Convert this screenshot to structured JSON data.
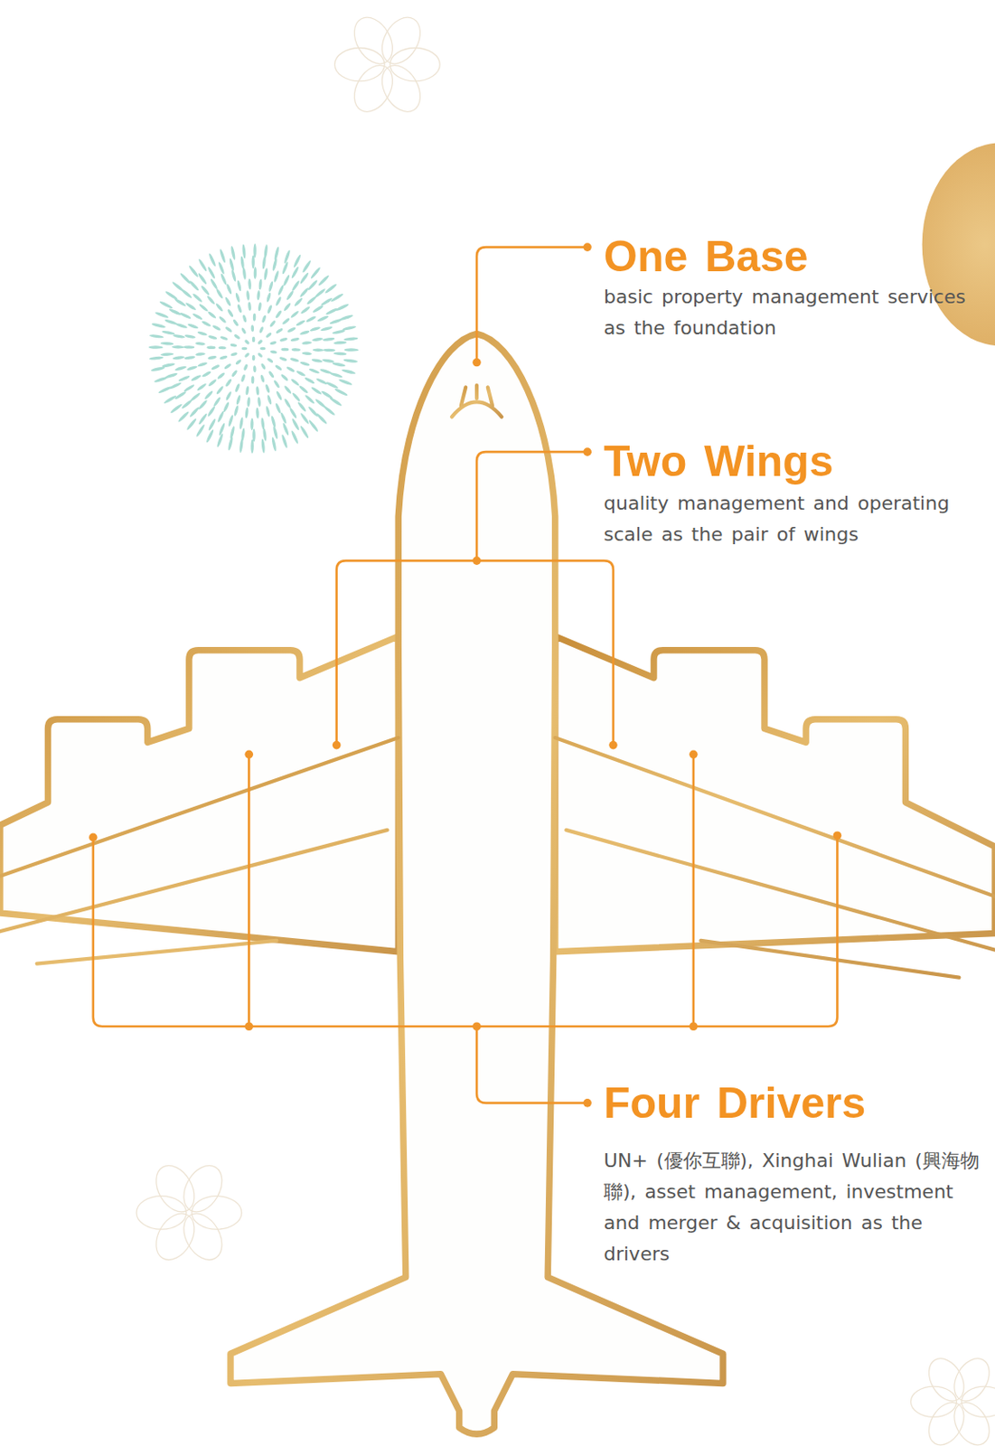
{
  "diagram": {
    "nodes": [
      {
        "text": [
          "One Base",
          "basic property management services as the foundation"
        ]
      },
      {
        "text": [
          "Two Wings",
          "quality management and operating scale as the pair of wings"
        ]
      },
      {
        "text": [
          "Four Drivers",
          "UN+ (優你互聯), Xinghai Wulian (興海物聯), asset management, investment and merger & acquisition as the drivers"
        ]
      }
    ]
  }
}
